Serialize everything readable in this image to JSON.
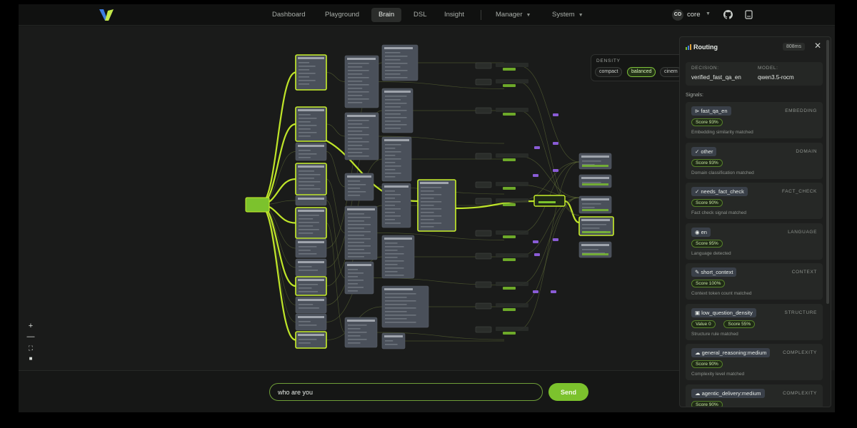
{
  "nav": {
    "items": [
      {
        "label": "Dashboard",
        "active": false
      },
      {
        "label": "Playground",
        "active": false
      },
      {
        "label": "Brain",
        "active": true
      },
      {
        "label": "DSL",
        "active": false
      },
      {
        "label": "Insight",
        "active": false
      }
    ],
    "manager_label": "Manager",
    "system_label": "System",
    "user_initials": "CO",
    "user_name": "core"
  },
  "density": {
    "label": "DENSITY",
    "options": [
      "compact",
      "balanced",
      "cinem"
    ],
    "selected": "balanced"
  },
  "routing": {
    "title": "Routing",
    "latency": "808ms",
    "decision_label": "DECISION:",
    "decision": "verified_fast_qa_en",
    "model_label": "MODEL:",
    "model": "qwen3.5-rocm",
    "signals_label": "Signals:",
    "signals": [
      {
        "name": "fast_qa_en",
        "type": "EMBEDDING",
        "scores": [
          "Score 93%"
        ],
        "desc": "Embedding similarity matched"
      },
      {
        "name": "other",
        "type": "DOMAIN",
        "scores": [
          "Score 93%"
        ],
        "desc": "Domain classification matched"
      },
      {
        "name": "needs_fact_check",
        "type": "FACT_CHECK",
        "scores": [
          "Score 90%"
        ],
        "desc": "Fact check signal matched"
      },
      {
        "name": "en",
        "type": "LANGUAGE",
        "scores": [
          "Score 95%"
        ],
        "desc": "Language detected"
      },
      {
        "name": "short_context",
        "type": "CONTEXT",
        "scores": [
          "Score 100%"
        ],
        "desc": "Context token count matched"
      },
      {
        "name": "low_question_density",
        "type": "STRUCTURE",
        "scores": [
          "Value 0",
          "Score 55%"
        ],
        "desc": "Structure rule matched"
      },
      {
        "name": "general_reasoning:medium",
        "type": "COMPLEXITY",
        "scores": [
          "Score 90%"
        ],
        "desc": "Complexity level matched"
      },
      {
        "name": "agentic_delivery:medium",
        "type": "COMPLEXITY",
        "scores": [
          "Score 90%"
        ],
        "desc": ""
      }
    ]
  },
  "chat": {
    "input_value": "who are you",
    "send_label": "Send"
  },
  "colors": {
    "accent": "#7cc22d",
    "highlight": "#c8f02a",
    "node": "#4a505a",
    "background": "#1a1b1a"
  }
}
